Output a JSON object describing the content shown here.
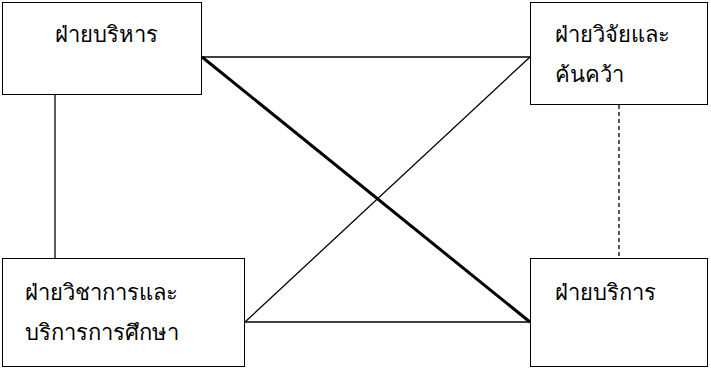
{
  "diagram": {
    "nodes": [
      {
        "text": [
          "ฝ่ายบริหาร"
        ]
      },
      {
        "text": [
          "ฝ่ายวิจัยและ ค้นคว้า"
        ]
      },
      {
        "text": [
          "ฝ่ายวิชาการและ บริการการศึกษา"
        ]
      },
      {
        "text": [
          "ฝ่ายบริการ"
        ]
      }
    ],
    "edges": [
      {
        "from": 0,
        "to": 1,
        "arrow": "none"
      },
      {
        "from": 0,
        "to": 2,
        "arrow": "none"
      },
      {
        "from": 0,
        "to": 3,
        "arrow": "none"
      },
      {
        "from": 2,
        "to": 1,
        "arrow": "none"
      },
      {
        "from": 2,
        "to": 3,
        "arrow": "none"
      },
      {
        "from": 1,
        "to": 3,
        "arrow": "none"
      }
    ]
  }
}
